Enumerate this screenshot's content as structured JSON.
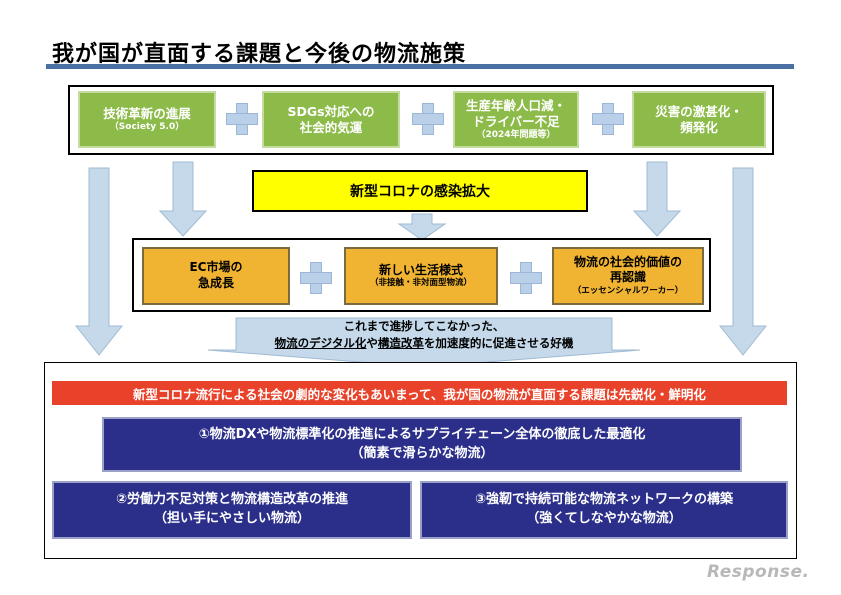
{
  "title": "我が国が直面する課題と今後の物流施策",
  "top_factors": [
    {
      "main": "技術革新の進展",
      "sub": "（Society 5.0）"
    },
    {
      "main": "SDGs対応への\n社会的気運",
      "sub": ""
    },
    {
      "main": "生産年齢人口減・\nドライバー不足",
      "sub": "（2024年問題等）"
    },
    {
      "main": "災害の激甚化・\n頻発化",
      "sub": ""
    }
  ],
  "covid_label": "新型コロナの感染拡大",
  "mid_factors": [
    {
      "main": "EC市場の\n急成長",
      "sub": ""
    },
    {
      "main": "新しい生活様式",
      "sub": "（非接触・非対面型物流）"
    },
    {
      "main": "物流の社会的価値の\n再認識",
      "sub": "（エッセンシャルワーカー）"
    }
  ],
  "callout": {
    "line1": "これまで進捗してこなかった、",
    "em1": "物流のデジタル化",
    "mid": "や",
    "em2": "構造改革",
    "tail": "を加速度的に促進させる好機"
  },
  "red_bar": "新型コロナ流行による社会の劇的な変化もあいまって、我が国の物流が直面する課題は先鋭化・鮮明化",
  "policies": [
    {
      "line1": "①物流DXや物流標準化の推進によるサプライチェーン全体の徹底した最適化",
      "line2": "（簡素で滑らかな物流）"
    },
    {
      "line1": "②労働力不足対策と物流構造改革の推進",
      "line2": "（担い手にやさしい物流）"
    },
    {
      "line1": "③強靭で持続可能な物流ネットワークの構築",
      "line2": "（強くてしなやかな物流）"
    }
  ],
  "watermark": "Response.",
  "colors": {
    "green": "#8dbb4a",
    "yellow": "#ffff00",
    "orange": "#f0b432",
    "red": "#e8432a",
    "navy": "#2b2f8a",
    "arrow": "#c5d9ea"
  }
}
